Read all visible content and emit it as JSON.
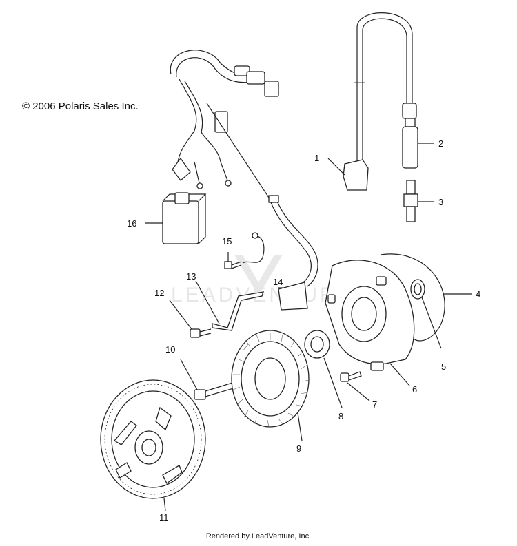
{
  "copyright": "© 2006 Polaris Sales Inc.",
  "footer": "Rendered by LeadVenture, Inc.",
  "watermark": "LEADVENTURE",
  "callouts": [
    "1",
    "2",
    "3",
    "4",
    "5",
    "6",
    "7",
    "8",
    "9",
    "10",
    "11",
    "12",
    "13",
    "14",
    "15",
    "16"
  ]
}
